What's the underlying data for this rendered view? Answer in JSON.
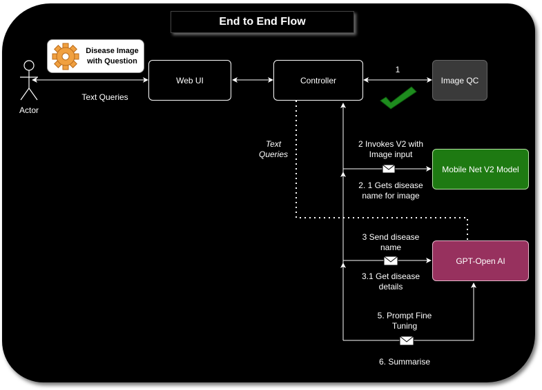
{
  "title": "End to End Flow",
  "nodes": {
    "actor": "Actor",
    "disease_card": "Disease Image\nwith Question",
    "web_ui": "Web UI",
    "controller": "Controller",
    "image_qc": "Image QC",
    "mobilenet": "Mobile Net V2 Model",
    "gpt": "GPT-Open AI"
  },
  "edge_labels": {
    "text_queries": "Text Queries",
    "text_queries_italic": "Text\nQueries",
    "step_1": "1",
    "invoke_v2": "2 Invokes V2 with\nImage input",
    "gets_disease": "2. 1 Gets disease\nname for image",
    "send_disease": "3  Send  disease\nname",
    "get_details": "3.1  Get disease\ndetails",
    "prompt_tuning": "5.  Prompt Fine\nTuning",
    "summarise": "6. Summarise"
  },
  "colors": {
    "background": "#000000",
    "image_qc": "#3a3a3a",
    "mobilenet": "#1e7a12",
    "gpt": "#97315e",
    "check": "#1e8c1e",
    "gear": "#f0a040"
  },
  "icons": [
    "actor-stick-figure-icon",
    "gear-icon",
    "checkmark-icon",
    "envelope-icon"
  ]
}
